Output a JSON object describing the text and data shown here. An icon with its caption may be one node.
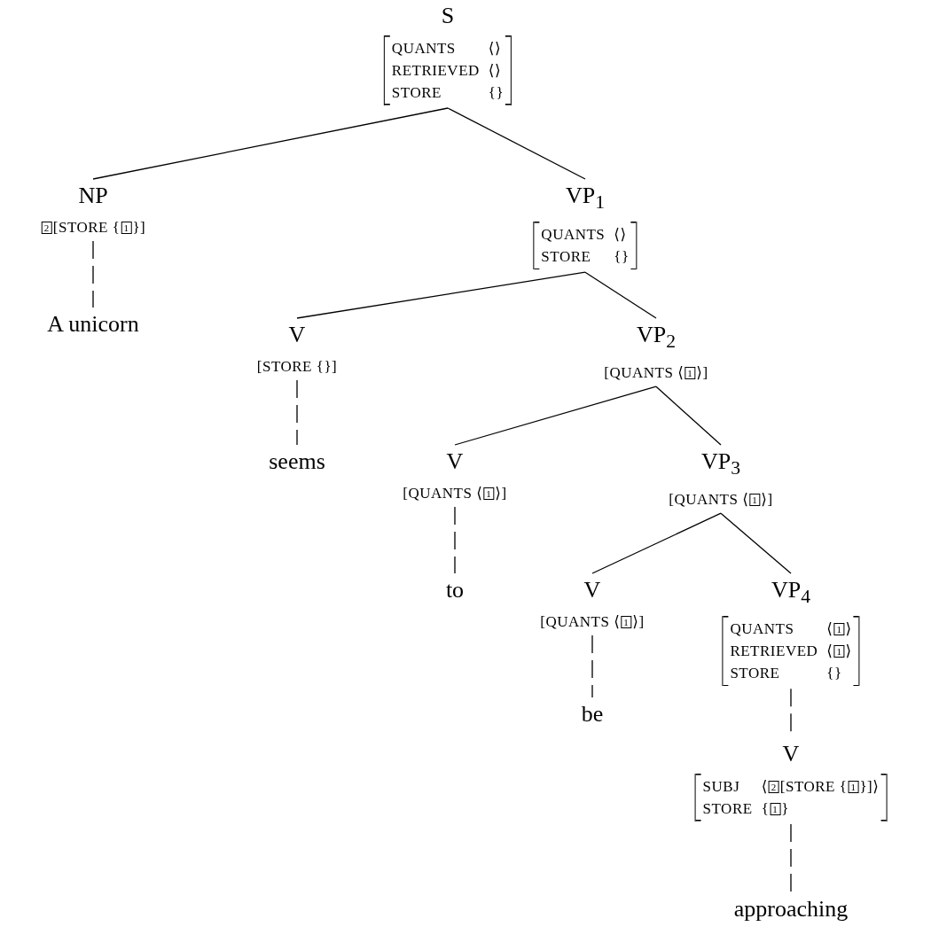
{
  "diagram": {
    "nodes": [
      {
        "text": [
          "S",
          "QUANTS ⟨⟩",
          "RETRIEVED ⟨⟩",
          "STORE {}"
        ]
      },
      {
        "text": [
          "NP",
          "2[STORE {1}]"
        ]
      },
      {
        "text": [
          "VP$_{1}$",
          "QUANTS ⟨⟩",
          "STORE {}"
        ]
      },
      {
        "text": [
          "A unicorn"
        ]
      },
      {
        "text": [
          "V",
          "[STORE {}]"
        ]
      },
      {
        "text": [
          "VP$_{2}$",
          "[QUANTS ⟨1⟩]"
        ]
      },
      {
        "text": [
          "seems"
        ]
      },
      {
        "text": [
          "V",
          "[QUANTS ⟨1⟩]"
        ]
      },
      {
        "text": [
          "VP$_{3}$",
          "[QUANTS ⟨1⟩]"
        ]
      },
      {
        "text": [
          "to"
        ]
      },
      {
        "text": [
          "V",
          "[QUANTS ⟨1⟩]"
        ]
      },
      {
        "text": [
          "VP$_{4}$",
          "QUANTS ⟨1⟩",
          "RETRIEVED ⟨1⟩",
          "STORE {}"
        ]
      },
      {
        "text": [
          "be"
        ]
      },
      {
        "text": [
          "V",
          "SUBJ ⟨2[STORE {1}]⟩",
          "STORE {1}"
        ]
      },
      {
        "text": [
          "approaching"
        ]
      }
    ],
    "edges": [
      {
        "from": 0,
        "to": 1,
        "arrow": "none"
      },
      {
        "from": 0,
        "to": 2,
        "arrow": "none"
      },
      {
        "from": 1,
        "to": 3,
        "arrow": "none",
        "style": "dashed"
      },
      {
        "from": 2,
        "to": 4,
        "arrow": "none"
      },
      {
        "from": 2,
        "to": 5,
        "arrow": "none"
      },
      {
        "from": 4,
        "to": 6,
        "arrow": "none",
        "style": "dashed"
      },
      {
        "from": 5,
        "to": 7,
        "arrow": "none"
      },
      {
        "from": 5,
        "to": 8,
        "arrow": "none"
      },
      {
        "from": 7,
        "to": 9,
        "arrow": "none",
        "style": "dashed"
      },
      {
        "from": 8,
        "to": 10,
        "arrow": "none"
      },
      {
        "from": 8,
        "to": 11,
        "arrow": "none"
      },
      {
        "from": 10,
        "to": 12,
        "arrow": "none",
        "style": "dashed"
      },
      {
        "from": 11,
        "to": 13,
        "arrow": "none",
        "style": "dashed"
      },
      {
        "from": 13,
        "to": 14,
        "arrow": "none",
        "style": "dashed"
      }
    ]
  }
}
